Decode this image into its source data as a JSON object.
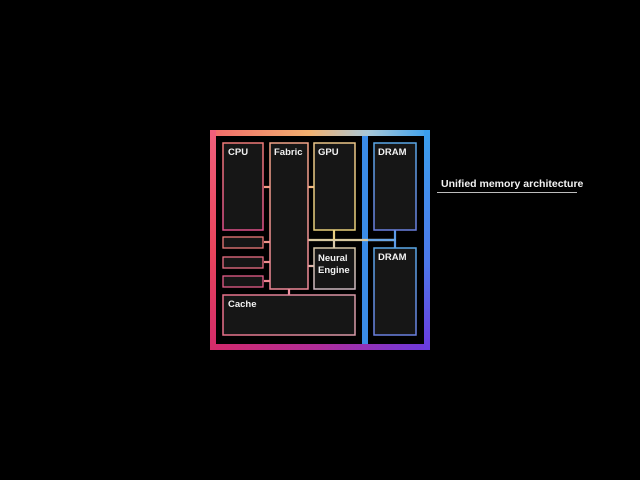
{
  "diagram": {
    "blocks": {
      "cpu": "CPU",
      "fabric": "Fabric",
      "gpu": "GPU",
      "dram_top": "DRAM",
      "neural_line1": "Neural",
      "neural_line2": "Engine",
      "dram_bottom": "DRAM",
      "cache": "Cache"
    },
    "callout": "Unified memory architecture"
  },
  "colors": {
    "background": "#000000",
    "block_fill": "#1b1b1b",
    "gradient_pink": "#f0607c",
    "gradient_orange": "#f08a4a",
    "gradient_yellow": "#e8c96b",
    "gradient_blue": "#3aa0ee",
    "gradient_purple": "#7a3fe0",
    "gradient_magenta": "#c02a8a"
  }
}
